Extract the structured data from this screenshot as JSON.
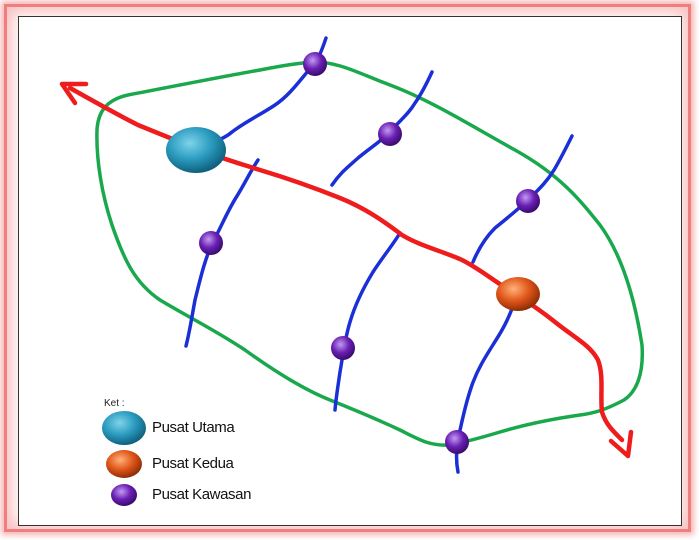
{
  "legend": {
    "title": "Ket :",
    "items": [
      {
        "label": "Pusat Utama",
        "color": "#2a9bbf",
        "symbol": "pusat-utama-icon"
      },
      {
        "label": "Pusat Kedua",
        "color": "#e0561a",
        "symbol": "pusat-kedua-icon"
      },
      {
        "label": "Pusat Kawasan",
        "color": "#6a1fb3",
        "symbol": "pusat-kawasan-icon"
      }
    ]
  },
  "colors": {
    "boundary": "#19a84c",
    "main_road": "#ee1c1c",
    "secondary_road": "#1b2fd6",
    "frame_border": "#ef7f7f"
  }
}
